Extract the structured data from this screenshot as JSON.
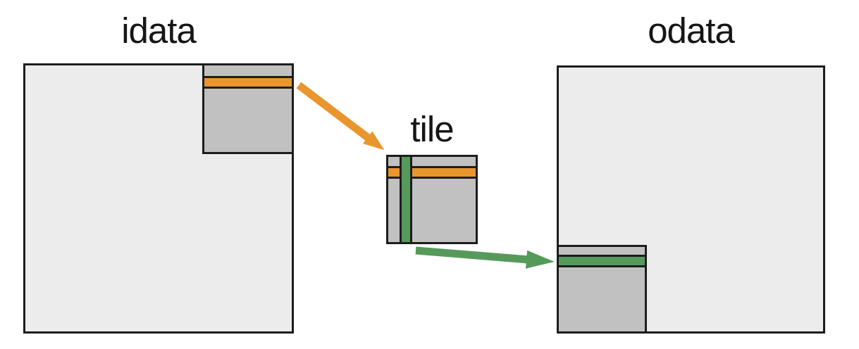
{
  "diagram": {
    "labels": {
      "idata": "idata",
      "tile": "tile",
      "odata": "odata"
    },
    "colors": {
      "row_highlight": "#e8962d",
      "col_highlight": "#569a5b",
      "matrix_fill": "#ececec",
      "tile_fill": "#c1c1c1",
      "outline": "#1d1d1d",
      "label_text": "#161616",
      "background": "#ffffff"
    }
  }
}
